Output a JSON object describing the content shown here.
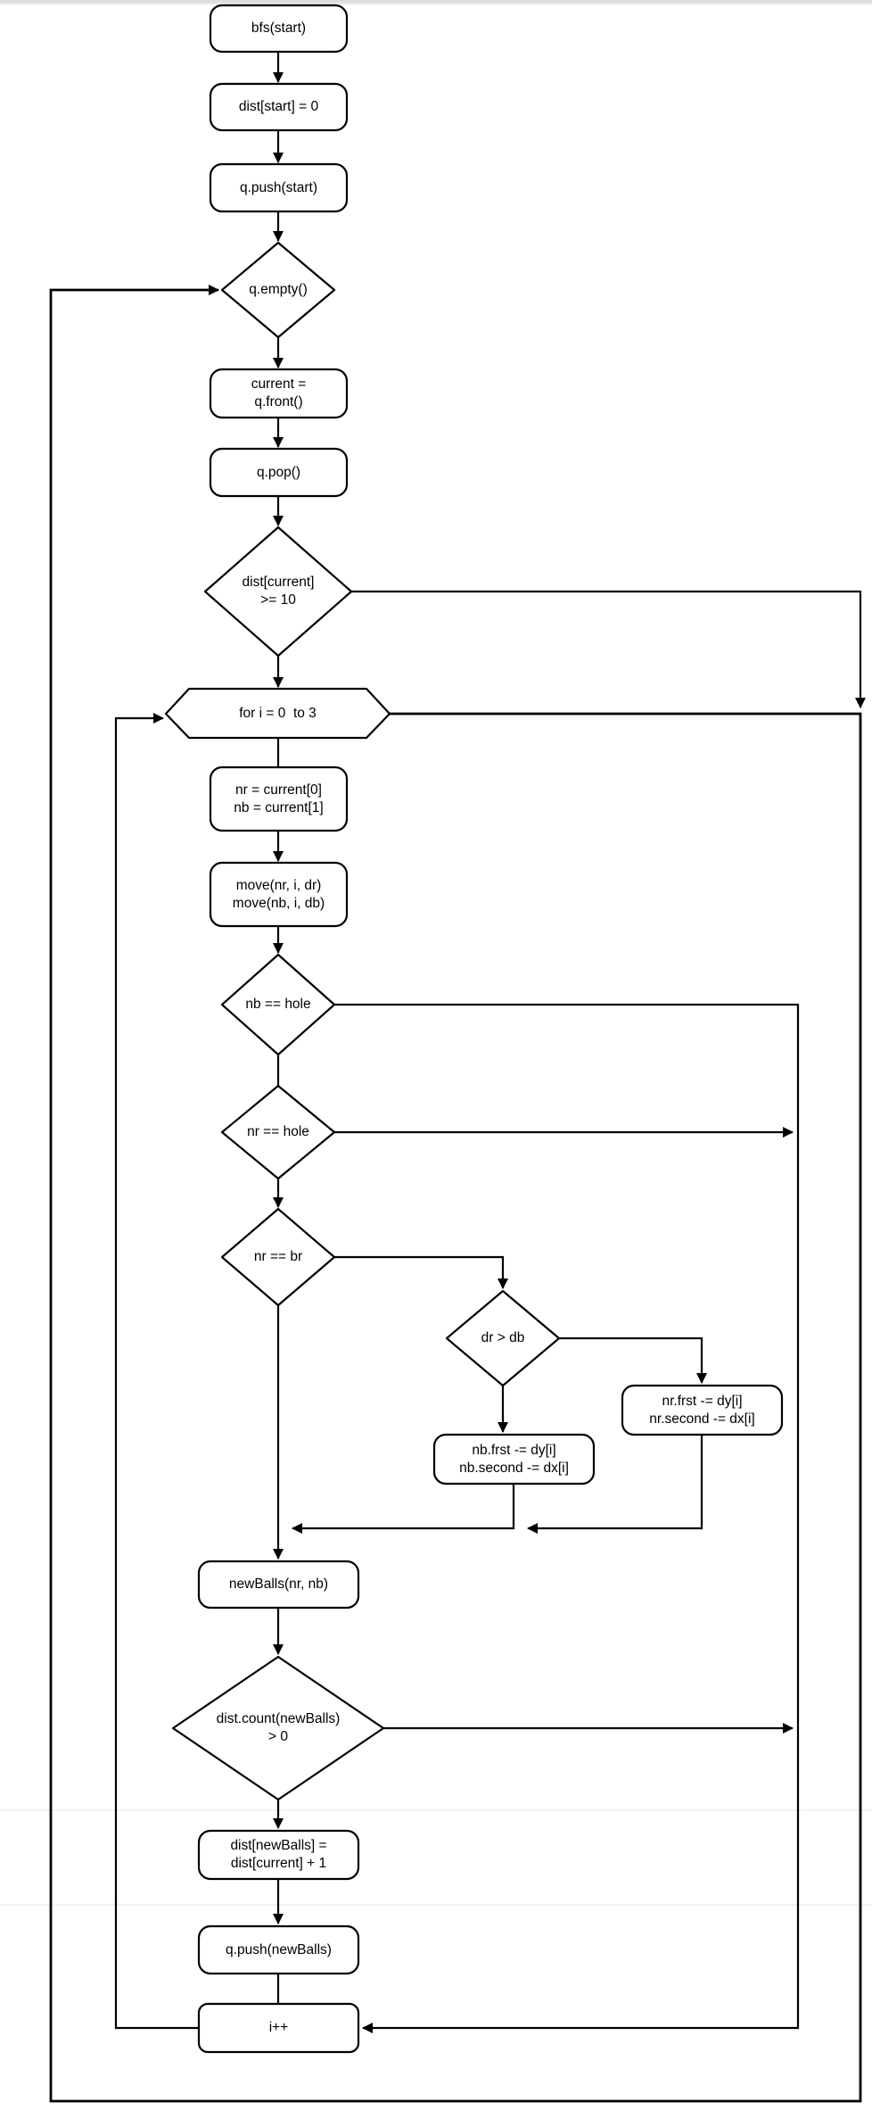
{
  "colors": {
    "stroke": "#000000",
    "node_fill": "#ffffff",
    "background": "#ffffff",
    "topbar": "#e3e3e3",
    "page_divider": "#f2f2f2"
  },
  "flowchart": {
    "nodes": {
      "bfs": {
        "label": "bfs(start)"
      },
      "dist_start": {
        "label": "dist[start] = 0"
      },
      "q_push_start": {
        "label": "q.push(start)"
      },
      "q_empty": {
        "label": "q.empty()"
      },
      "current_front": {
        "line1": "current =",
        "line2": "q.front()"
      },
      "q_pop": {
        "label": "q.pop()"
      },
      "dist_check": {
        "line1": "dist[current]",
        "line2": ">= 10"
      },
      "for_loop": {
        "label": "for i = 0  to 3"
      },
      "nr_nb_assign": {
        "line1": "nr = current[0]",
        "line2": "nb = current[1]"
      },
      "move": {
        "line1": "move(nr, i, dr)",
        "line2": "move(nb, i, db)"
      },
      "nb_hole": {
        "label": "nb == hole"
      },
      "nr_hole": {
        "label": "nr == hole"
      },
      "nr_br": {
        "label": "nr == br"
      },
      "dr_db": {
        "label": "dr > db"
      },
      "nr_adjust": {
        "line1": "nr.frst -= dy[i]",
        "line2": "nr.second -= dx[i]"
      },
      "nb_adjust": {
        "line1": "nb.frst -= dy[i]",
        "line2": "nb.second -= dx[i]"
      },
      "new_balls": {
        "label": "newBalls(nr, nb)"
      },
      "dist_count": {
        "line1": "dist.count(newBalls)",
        "line2": "> 0"
      },
      "dist_update": {
        "line1": "dist[newBalls] =",
        "line2": "dist[current] + 1"
      },
      "q_push_new": {
        "label": "q.push(newBalls)"
      },
      "i_inc": {
        "label": "i++"
      }
    }
  }
}
